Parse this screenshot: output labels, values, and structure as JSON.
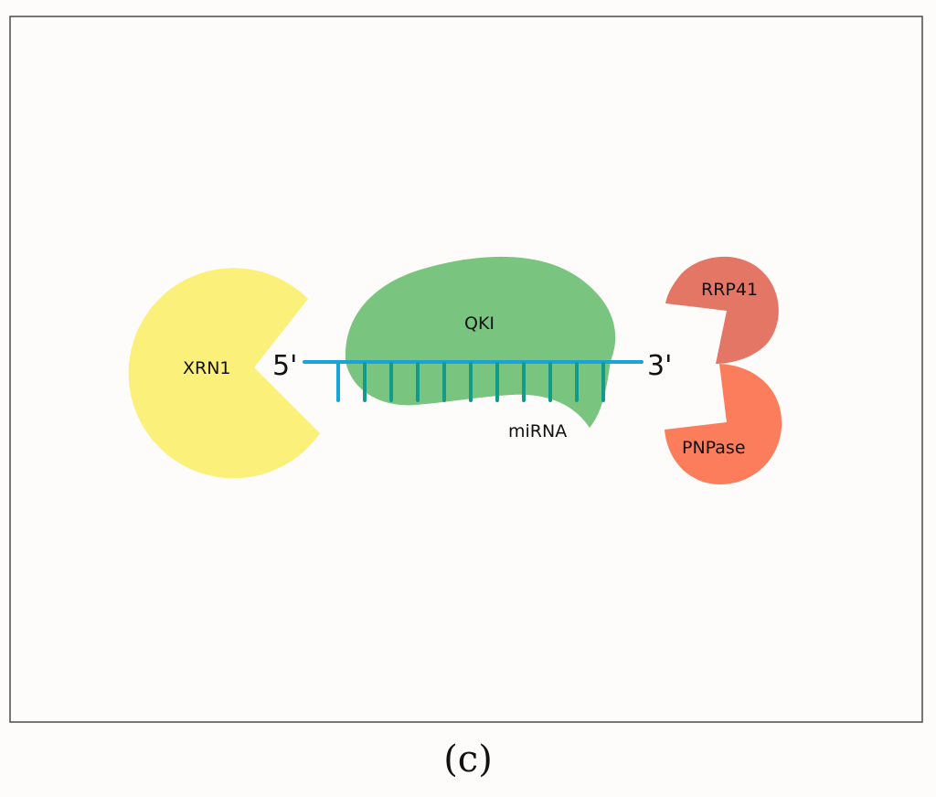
{
  "caption": "(c)",
  "labels": {
    "xrn1": "XRN1",
    "qki": "QKI",
    "mirna": "miRNA",
    "rrp41": "RRP41",
    "pnpase": "PNPase",
    "five_prime": "5'",
    "three_prime": "3'"
  },
  "colors": {
    "panel_border": "#4a4a4a",
    "panel_fill": "#fdfcfa",
    "xrn1": "#fbf079",
    "qki": "#79c47e",
    "rrp41": "#e47666",
    "pnpase": "#fc7d5b",
    "rna_strand": "#1aa3d9",
    "mirna_ticks": "#129a8a"
  }
}
